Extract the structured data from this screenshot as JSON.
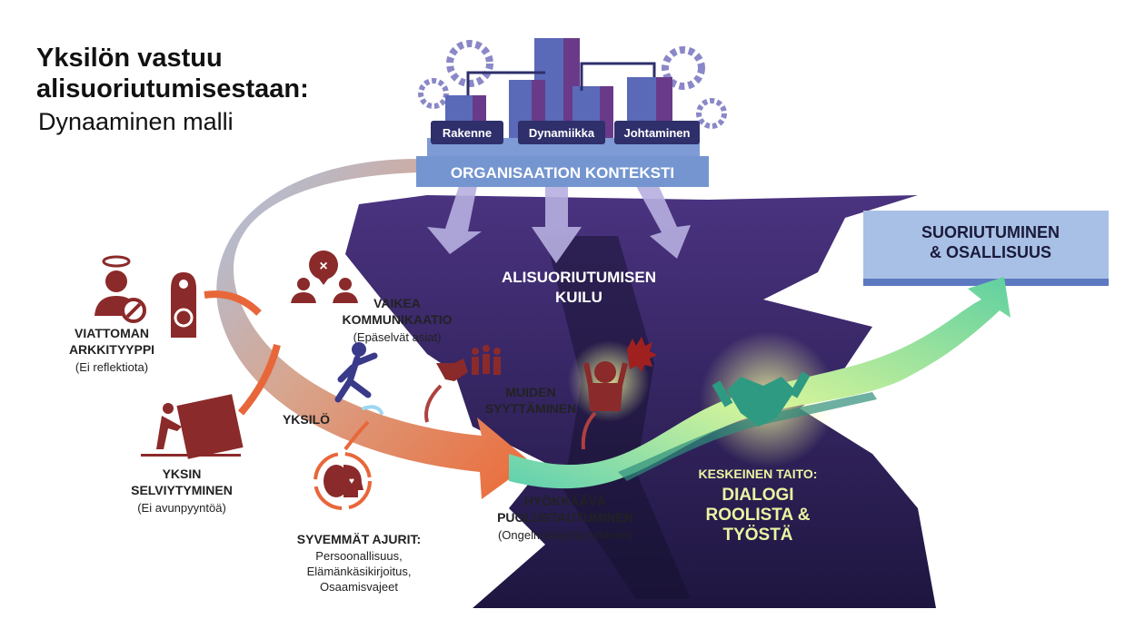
{
  "title": {
    "line1": "Yksilön vastuu",
    "line2": "alisuoriutumisestaan:",
    "subtitle": "Dynaaminen malli"
  },
  "organisation": {
    "tags": [
      "Rakenne",
      "Dynamiikka",
      "Johtaminen"
    ],
    "label": "ORGANISAATION KONTEKSTI"
  },
  "chasm": {
    "line1": "ALISUORIUTUMISEN",
    "line2": "KUILU"
  },
  "goal": {
    "line1": "SUORIUTUMINEN",
    "line2": "& OSALLISUUS"
  },
  "individual_label": "YKSILÖ",
  "factors": {
    "innocent": {
      "line1": "VIATTOMAN",
      "line2": "ARKKITYYPPI",
      "note": "(Ei reflektiota)"
    },
    "alone": {
      "line1": "YKSIN",
      "line2": "SELVIYTYMINEN",
      "note": "(Ei avunpyyntöä)"
    },
    "communication": {
      "line1": "VAIKEA",
      "line2": "KOMMUNIKAATIO",
      "note": "(Epäselvät asiat)"
    },
    "blaming": {
      "line1": "MUIDEN",
      "line2": "SYYTTÄMINEN"
    },
    "defence": {
      "line1": "HYÖKKÄÄVÄ",
      "line2": "PUOLUSTAUTUMINEN",
      "note": "(Ongelmakäyttäytyminen)"
    },
    "drivers": {
      "heading": "SYVEMMÄT AJURIT:",
      "items": [
        "Persoonallisuus,",
        "Elämänkäsikirjoitus,",
        "Osaamisvajeet"
      ]
    }
  },
  "key_skill": {
    "heading": "KESKEINEN TAITO:",
    "line1": "DIALOGI",
    "line2": "ROOLISTA &",
    "line3": "TYÖSTÄ"
  },
  "colors": {
    "dark_red": "#8b2a2a",
    "orange": "#e8673a",
    "purple": "#3b2566",
    "org_blue": "#6f8fc9",
    "navy": "#2e2f6b",
    "green": "#7fe0a0",
    "skill_yellow": "#eaf5a0"
  }
}
